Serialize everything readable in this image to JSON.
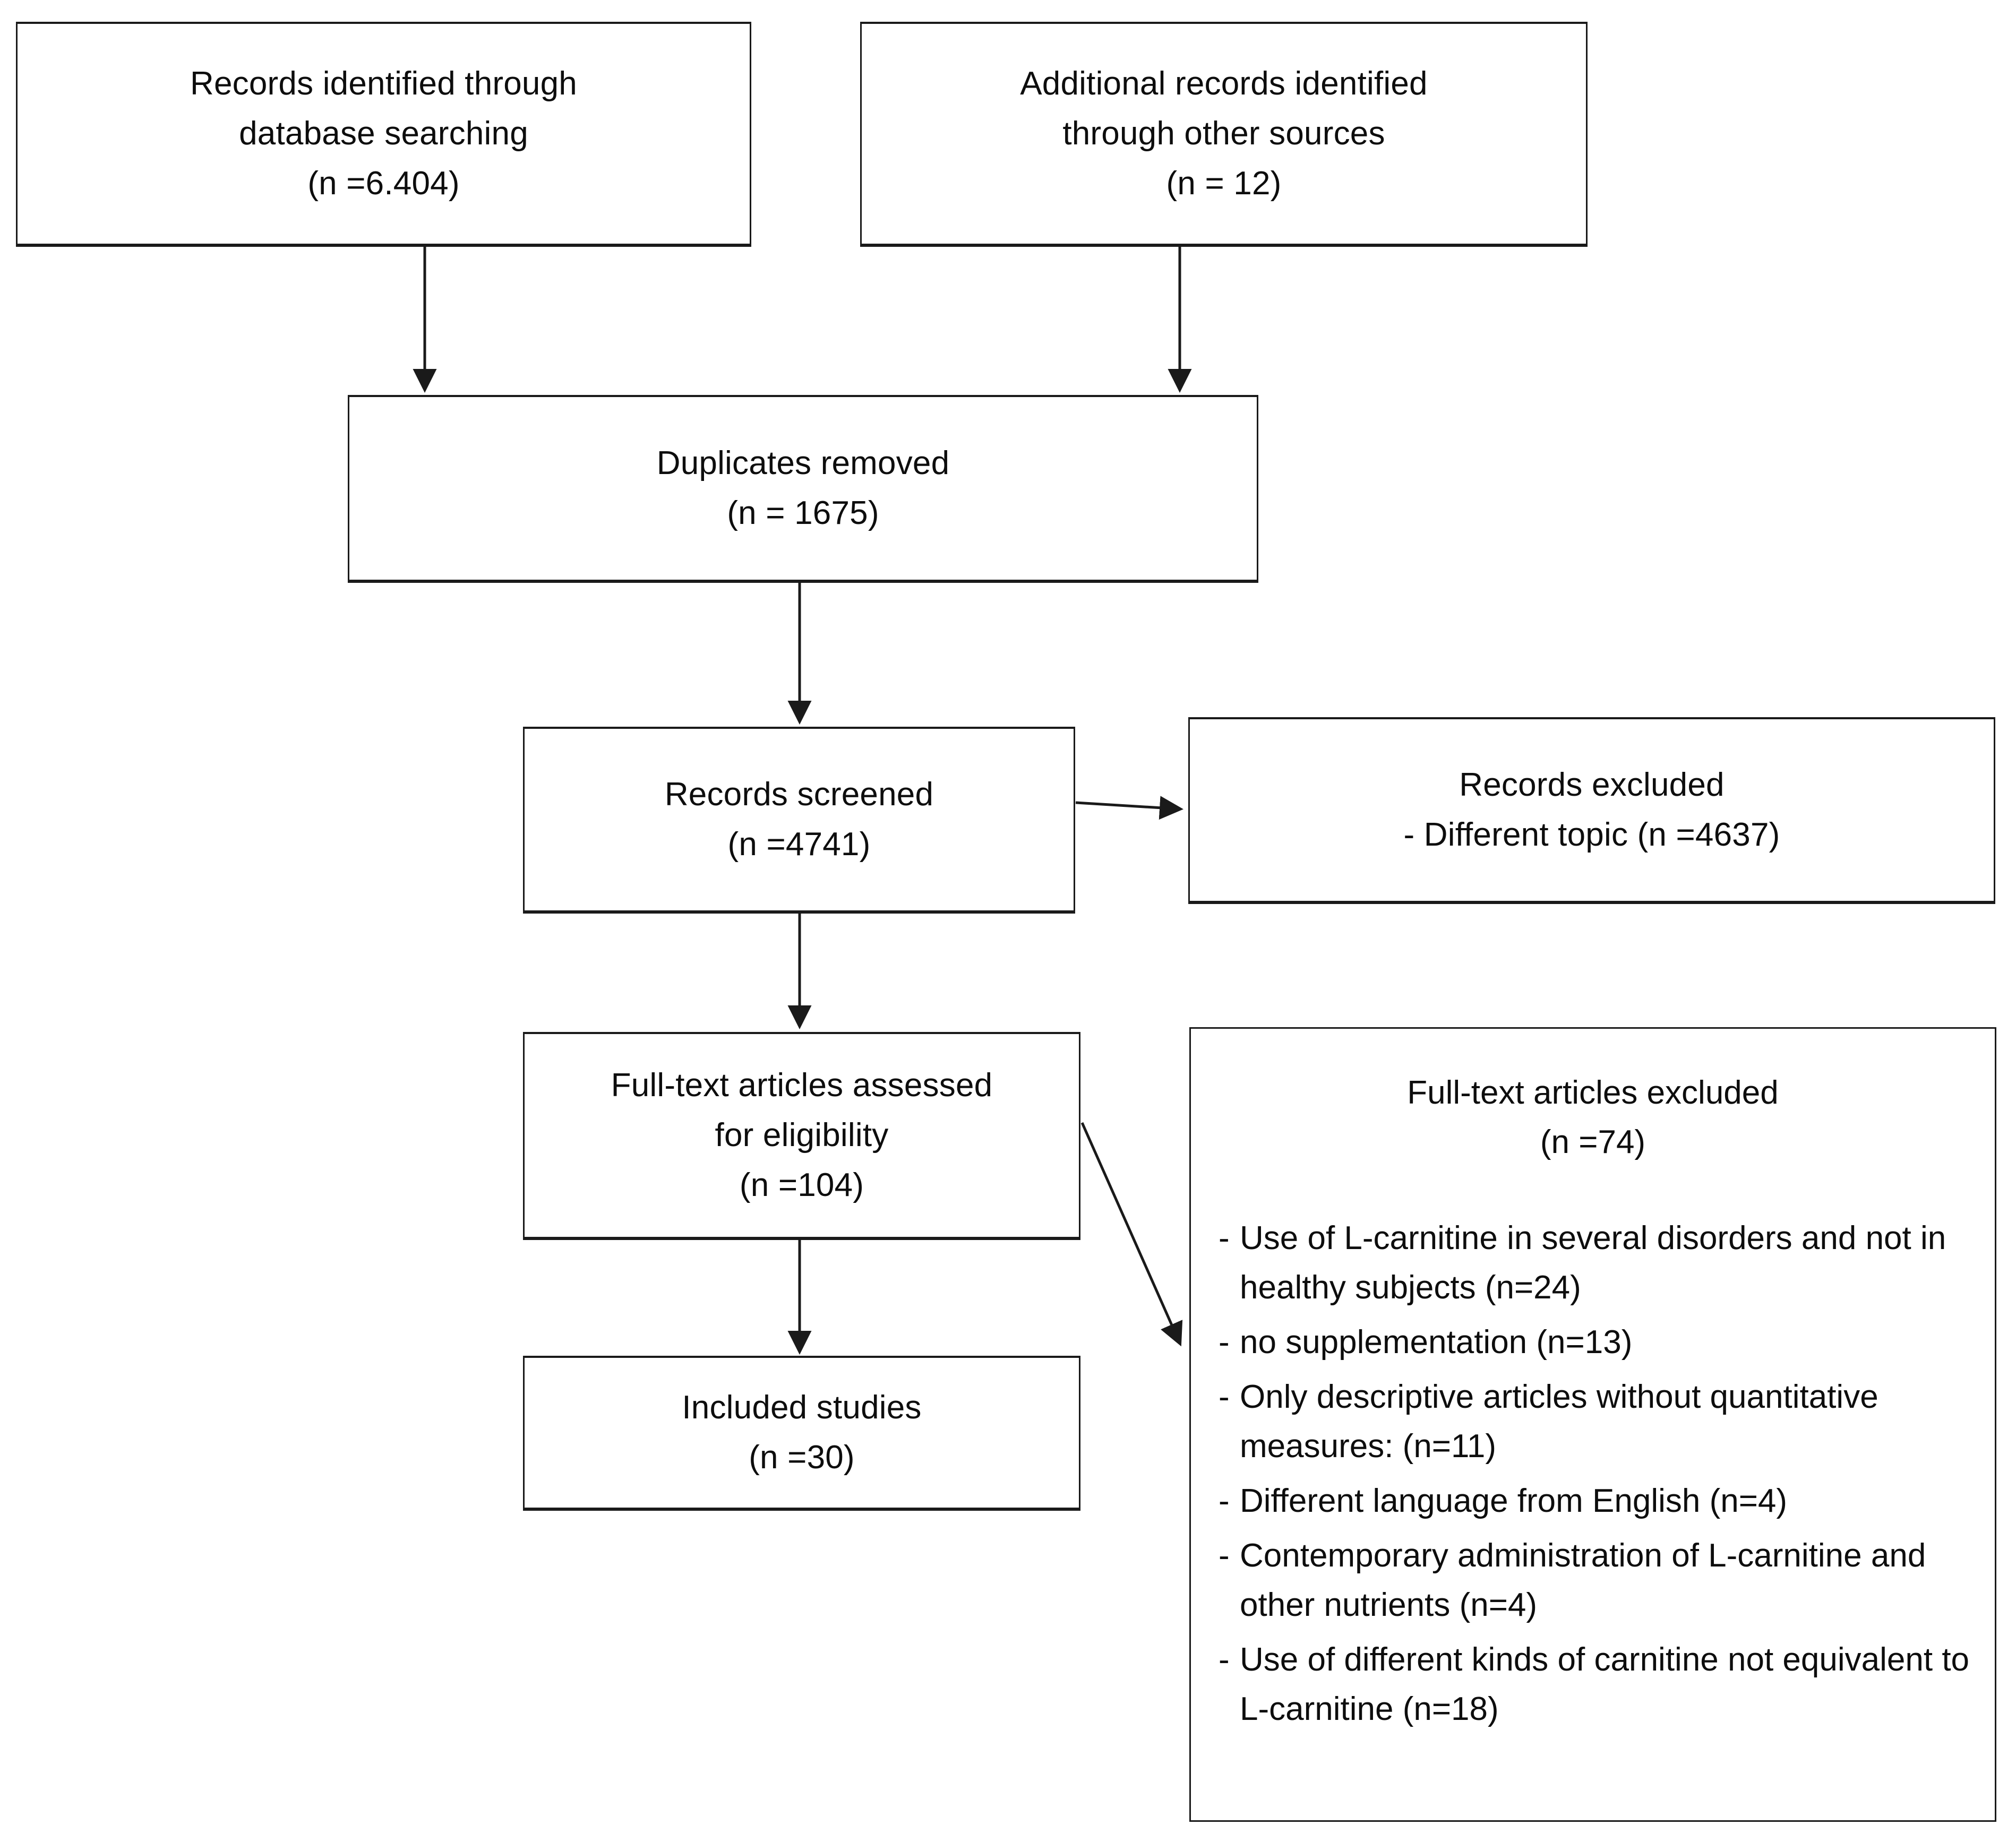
{
  "diagram": {
    "type": "prisma-flow-diagram",
    "title": "",
    "nodes": {
      "records_identified_db": {
        "lines": [
          "Records identified through",
          "database searching",
          "(n =6.404)"
        ]
      },
      "records_identified_other": {
        "lines": [
          "Additional records identified",
          "through other sources",
          "(n = 12)"
        ]
      },
      "duplicates_removed": {
        "lines": [
          "Duplicates removed",
          "(n = 1675)"
        ]
      },
      "records_screened": {
        "lines": [
          "Records screened",
          "(n =4741)"
        ]
      },
      "records_excluded": {
        "lines": [
          "Records excluded",
          "- Different topic (n =4637)"
        ]
      },
      "fulltext_assessed": {
        "lines": [
          "Full-text articles assessed",
          "for eligibility",
          "(n =104)"
        ]
      },
      "included_studies": {
        "lines": [
          "Included studies",
          "(n =30)"
        ]
      },
      "fulltext_excluded": {
        "title_lines": [
          "Full-text articles excluded",
          "(n =74)"
        ],
        "bullet_marker": "-",
        "bullets": [
          "Use of L-carnitine in several disorders and not in healthy subjects (n=24)",
          "no supplementation (n=13)",
          "Only descriptive articles without quantitative measures: (n=11)",
          "Different language from English (n=4)",
          "Contemporary administration of L-carnitine and other nutrients (n=4)",
          "Use of different kinds of carnitine not equivalent to L-carnitine (n=18)"
        ]
      }
    },
    "edges": [
      {
        "from": "records_identified_db",
        "to": "duplicates_removed",
        "style": "vertical-arrow"
      },
      {
        "from": "records_identified_other",
        "to": "duplicates_removed",
        "style": "vertical-arrow"
      },
      {
        "from": "duplicates_removed",
        "to": "records_screened",
        "style": "vertical-arrow"
      },
      {
        "from": "records_screened",
        "to": "records_excluded",
        "style": "horizontal-arrow"
      },
      {
        "from": "records_screened",
        "to": "fulltext_assessed",
        "style": "vertical-arrow"
      },
      {
        "from": "fulltext_assessed",
        "to": "fulltext_excluded",
        "style": "diagonal-arrow"
      },
      {
        "from": "fulltext_assessed",
        "to": "included_studies",
        "style": "vertical-arrow"
      }
    ],
    "colors": {
      "stroke": "#1a1a1a",
      "text": "#0d0d0d",
      "background": "#ffffff"
    }
  }
}
